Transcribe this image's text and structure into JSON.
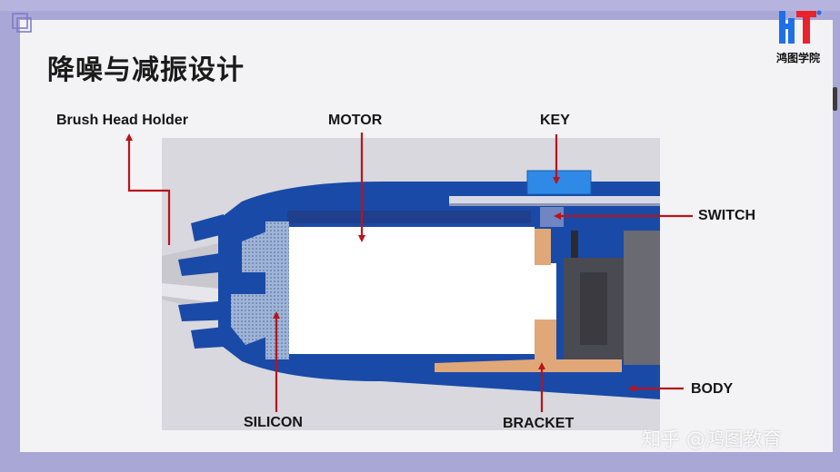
{
  "slide": {
    "title": "降噪与减振设计",
    "brand": {
      "logo_text": "鸿图学院",
      "watermark": "知乎 @鸿图教育"
    }
  },
  "diagram": {
    "labels": {
      "brush_head_holder": "Brush Head Holder",
      "motor": "MOTOR",
      "key": "KEY",
      "switch": "SWITCH",
      "body": "BODY",
      "silicon": "SILICON",
      "bracket": "BRACKET"
    },
    "colors": {
      "body_blue": "#1a4aa8",
      "key_blue": "#2f89e6",
      "bracket": "#e0a878",
      "silicon": "#9fb4d6",
      "arrow": "#b8141a",
      "motor_interior": "#ffffff"
    }
  }
}
